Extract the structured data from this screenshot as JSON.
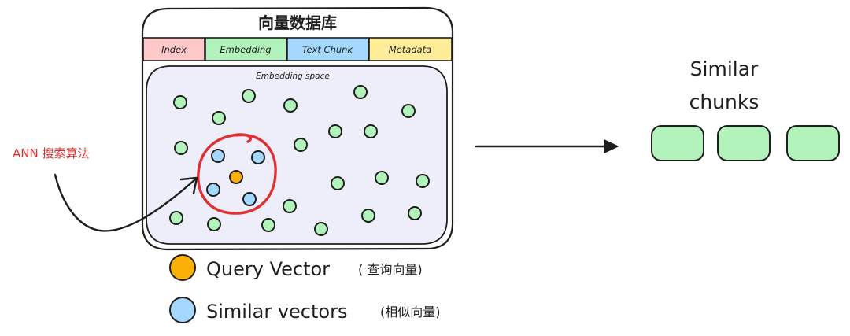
{
  "database": {
    "title": "向量数据库",
    "columns": [
      {
        "label": "Index",
        "color": "#ffc9c9"
      },
      {
        "label": "Embedding",
        "color": "#b2f2bb"
      },
      {
        "label": "Text Chunk",
        "color": "#a5d8ff"
      },
      {
        "label": "Metadata",
        "color": "#ffec99"
      }
    ],
    "space_label": "Embedding space",
    "space_fill": "#eeeefb"
  },
  "ann": {
    "label": "ANN 搜索算法",
    "color": "#e03131"
  },
  "result": {
    "line1": "Similar",
    "line2": "chunks",
    "chunk_count": 3,
    "chunk_color": "#b2f2bb"
  },
  "legend": [
    {
      "label": "Query Vector",
      "label_cn": "( 查询向量)",
      "color": "#fab005",
      "icon": "orange-circle-icon"
    },
    {
      "label": "Similar vectors",
      "label_cn": "(相似向量)",
      "color": "#a5d8ff",
      "icon": "blue-circle-icon"
    }
  ],
  "colors": {
    "vector_green": "#b2f2bb",
    "vector_blue": "#a5d8ff",
    "query_orange": "#fab005",
    "stroke": "#1e1e1e"
  }
}
